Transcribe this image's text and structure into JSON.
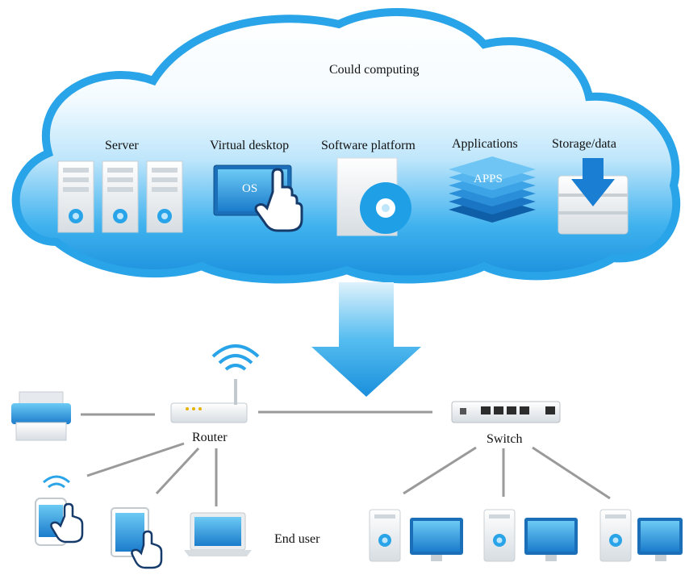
{
  "cloud": {
    "title": "Could computing",
    "items": [
      {
        "label": "Server",
        "icon": "server-icon"
      },
      {
        "label": "Virtual desktop",
        "icon": "monitor-os-icon",
        "screen_text": "OS"
      },
      {
        "label": "Software platform",
        "icon": "disc-icon"
      },
      {
        "label": "Applications",
        "icon": "stacked-apps-icon",
        "screen_text": "APPS"
      },
      {
        "label": "Storage/data",
        "icon": "database-download-icon"
      }
    ]
  },
  "network": {
    "router_label": "Router",
    "switch_label": "Switch",
    "end_user_label": "End user"
  },
  "colors": {
    "cloud_blue": "#1e9fe6",
    "cloud_light": "#eaf6fd",
    "accent_dark": "#1a6fb8",
    "line_gray": "#9a9a9a"
  }
}
